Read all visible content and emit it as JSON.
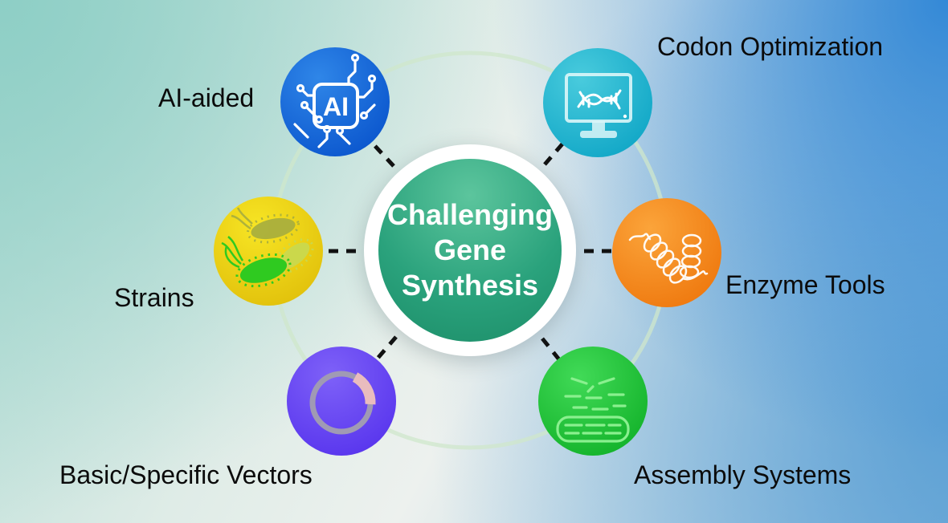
{
  "center": {
    "line1": "Challenging",
    "line2": "Gene",
    "line3": "Synthesis",
    "circle_color": "#2aa27c",
    "ring_color": "#ffffff",
    "text_color": "#ffffff"
  },
  "nodes": [
    {
      "id": "ai-aided",
      "label": "AI-aided",
      "icon": "ai-chip-icon",
      "icon_text": "AI",
      "color": "#1a66da"
    },
    {
      "id": "codon-optimization",
      "label": "Codon Optimization",
      "icon": "monitor-dna-icon",
      "color": "#27b8d2"
    },
    {
      "id": "strains",
      "label": "Strains",
      "icon": "bacteria-icon",
      "color": "#ecd316"
    },
    {
      "id": "enzyme-tools",
      "label": "Enzyme Tools",
      "icon": "protein-ribbon-icon",
      "color": "#f68a1e"
    },
    {
      "id": "basic-specific-vectors",
      "label": "Basic/Specific Vectors",
      "icon": "plasmid-ring-icon",
      "color": "#6748f2"
    },
    {
      "id": "assembly-systems",
      "label": "Assembly Systems",
      "icon": "dna-fragments-assembly-icon",
      "color": "#25c63c"
    }
  ],
  "decor": {
    "orbit_ring_color": "#cfe7cb",
    "connector_color": "#111111",
    "background_teal": "#9fd3cc",
    "background_blue": "#3a8ed8",
    "background_pale": "#edf1ee"
  }
}
